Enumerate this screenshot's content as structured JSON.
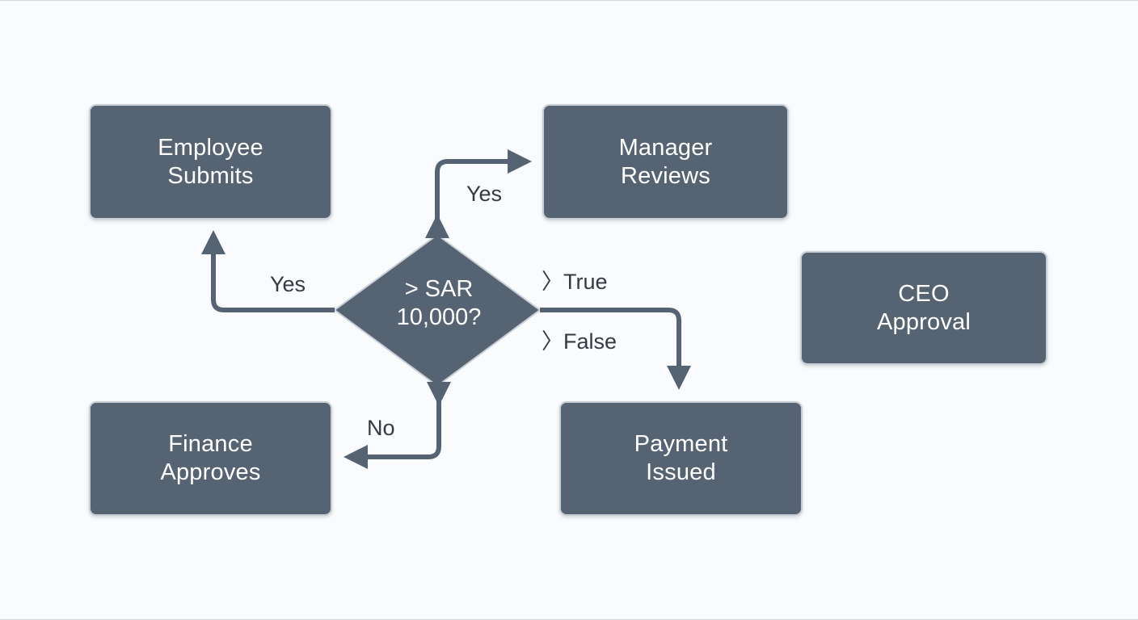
{
  "nodes": {
    "employee_submits": "Employee\nSubmits",
    "manager_reviews": "Manager\nReviews",
    "ceo_approval": "CEO\nApproval",
    "finance_approves": "Finance\nApproves",
    "payment_issued": "Payment\nIssued"
  },
  "decision": {
    "label": "> SAR\n10,000?"
  },
  "edge_labels": {
    "yes_top": "Yes",
    "yes_left": "Yes",
    "no": "No",
    "true": "〉True",
    "false": "〉False"
  },
  "colors": {
    "node_fill": "#566373",
    "node_border": "#c9cfd6",
    "connector": "#566373",
    "background": "#fafbfc"
  }
}
